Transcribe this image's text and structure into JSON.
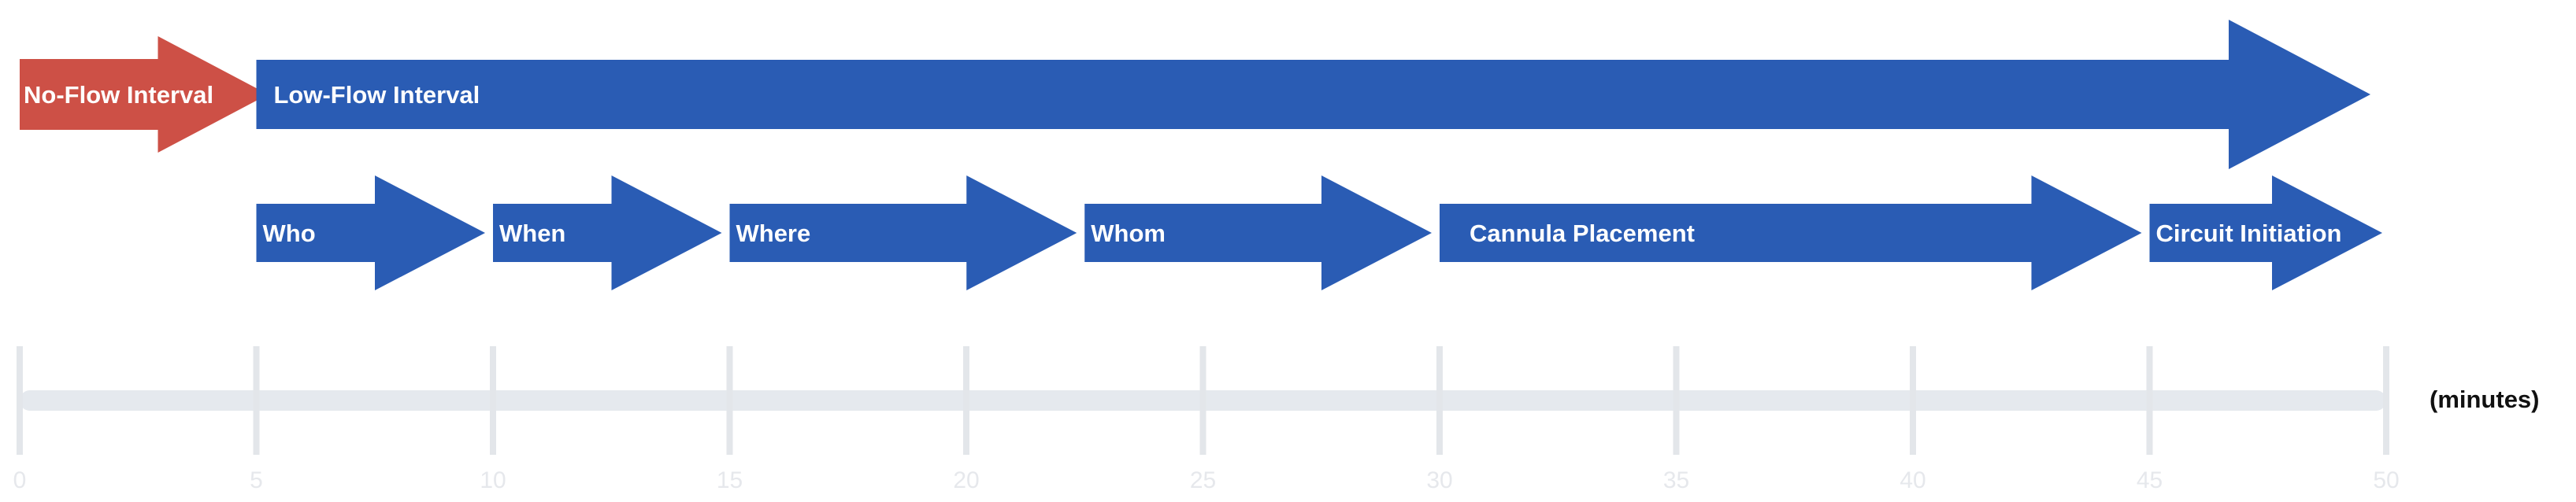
{
  "colors": {
    "no_flow": "#cd5046",
    "low_flow": "#2a5cb4",
    "phase": "#2a5cb4",
    "axis_bar": "#e5e9ee",
    "axis_tick": "#e3e6ea",
    "label_text": "#ffffff"
  },
  "intervals": {
    "no_flow": {
      "label": "No-Flow Interval",
      "start": 0,
      "end": 5
    },
    "low_flow": {
      "label": "Low-Flow Interval",
      "start": 5,
      "end": 50
    }
  },
  "phases": [
    {
      "label": "Who",
      "start": 5,
      "end": 10
    },
    {
      "label": "When",
      "start": 10,
      "end": 15
    },
    {
      "label": "Where",
      "start": 15,
      "end": 22.5
    },
    {
      "label": "Whom",
      "start": 22.5,
      "end": 30
    },
    {
      "label": "Cannula Placement",
      "start": 30,
      "end": 45
    },
    {
      "label": "Circuit Initiation",
      "start": 45,
      "end": 50
    }
  ],
  "axis": {
    "unit": "(minutes)",
    "ticks": [
      "0",
      "5",
      "10",
      "15",
      "20",
      "25",
      "30",
      "35",
      "40",
      "45",
      "50"
    ]
  }
}
